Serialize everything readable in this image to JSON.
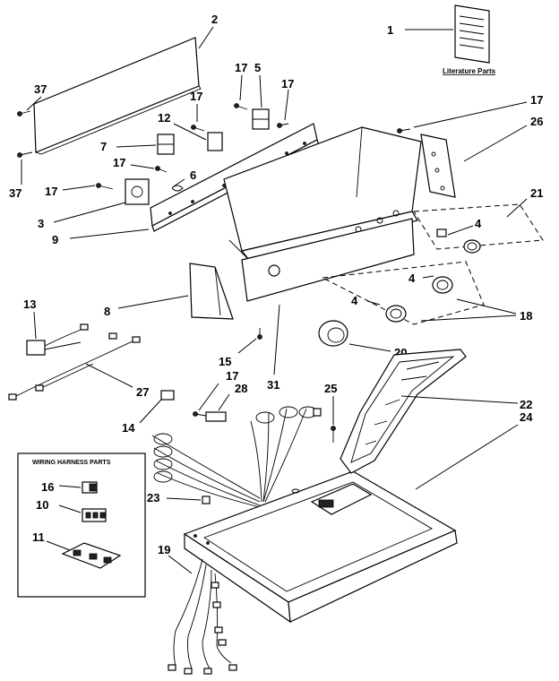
{
  "labels": {
    "p1": "1",
    "p2": "2",
    "p3": "3",
    "p4a": "4",
    "p4b": "4",
    "p4c": "4",
    "p5": "5",
    "p6": "6",
    "p7": "7",
    "p8": "8",
    "p9": "9",
    "p10": "10",
    "p11": "11",
    "p12": "12",
    "p13": "13",
    "p14": "14",
    "p15": "15",
    "p16": "16",
    "p17a": "17",
    "p17b": "17",
    "p17c": "17",
    "p17d": "17",
    "p17e": "17",
    "p17f": "17",
    "p17g": "17",
    "p18": "18",
    "p19": "19",
    "p20": "20",
    "p21": "21",
    "p22": "22",
    "p23": "23",
    "p24": "24",
    "p25": "25",
    "p26": "26",
    "p27": "27",
    "p28": "28",
    "p31": "31",
    "p37a": "37",
    "p37b": "37"
  },
  "literature_parts": "Literature Parts",
  "wiring_harness_parts": "WIRING HARNESS PARTS"
}
